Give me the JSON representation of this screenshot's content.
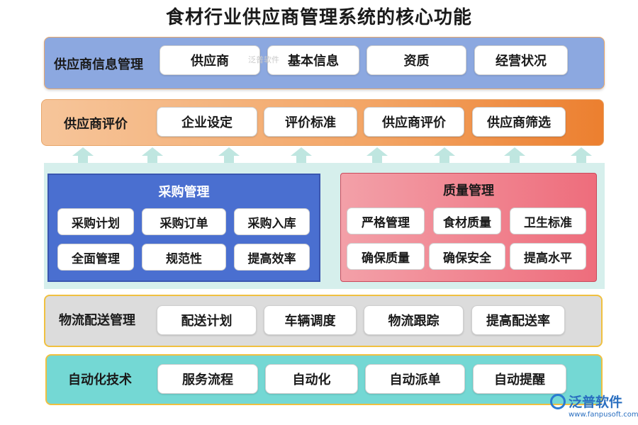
{
  "title": "食材行业供应商管理系统的核心功能",
  "info_band": {
    "label": "供应商信息管理",
    "items": [
      "供应商",
      "基本信息",
      "资质",
      "经营状况"
    ]
  },
  "eval_band": {
    "label": "供应商评价",
    "items": [
      "企业设定",
      "评价标准",
      "供应商评价",
      "供应商筛选"
    ]
  },
  "purchase_panel": {
    "title": "采购管理",
    "items": [
      "采购计划",
      "采购订单",
      "采购入库",
      "全面管理",
      "规范性",
      "提高效率"
    ]
  },
  "quality_panel": {
    "title": "质量管理",
    "items": [
      "严格管理",
      "食材质量",
      "卫生标准",
      "确保质量",
      "确保安全",
      "提高水平"
    ]
  },
  "logistics_band": {
    "label": "物流配送管理",
    "items": [
      "配送计划",
      "车辆调度",
      "物流跟踪",
      "提高配送率"
    ]
  },
  "auto_band": {
    "label": "自动化技术",
    "items": [
      "服务流程",
      "自动化",
      "自动派单",
      "自动提醒"
    ]
  },
  "watermark": {
    "center": "泛普软件",
    "brand": "泛普软件",
    "url": "www.fanpusoft.com"
  },
  "colors": {
    "info_band": "#8ca8e0",
    "eval_band": "#f3a464",
    "purchase_panel": "#4a6fd0",
    "quality_panel": "#ee6d7c",
    "logistics_band": "#dcdcdc",
    "auto_band": "#74d8d4",
    "arrows": "#bfe6e0"
  }
}
